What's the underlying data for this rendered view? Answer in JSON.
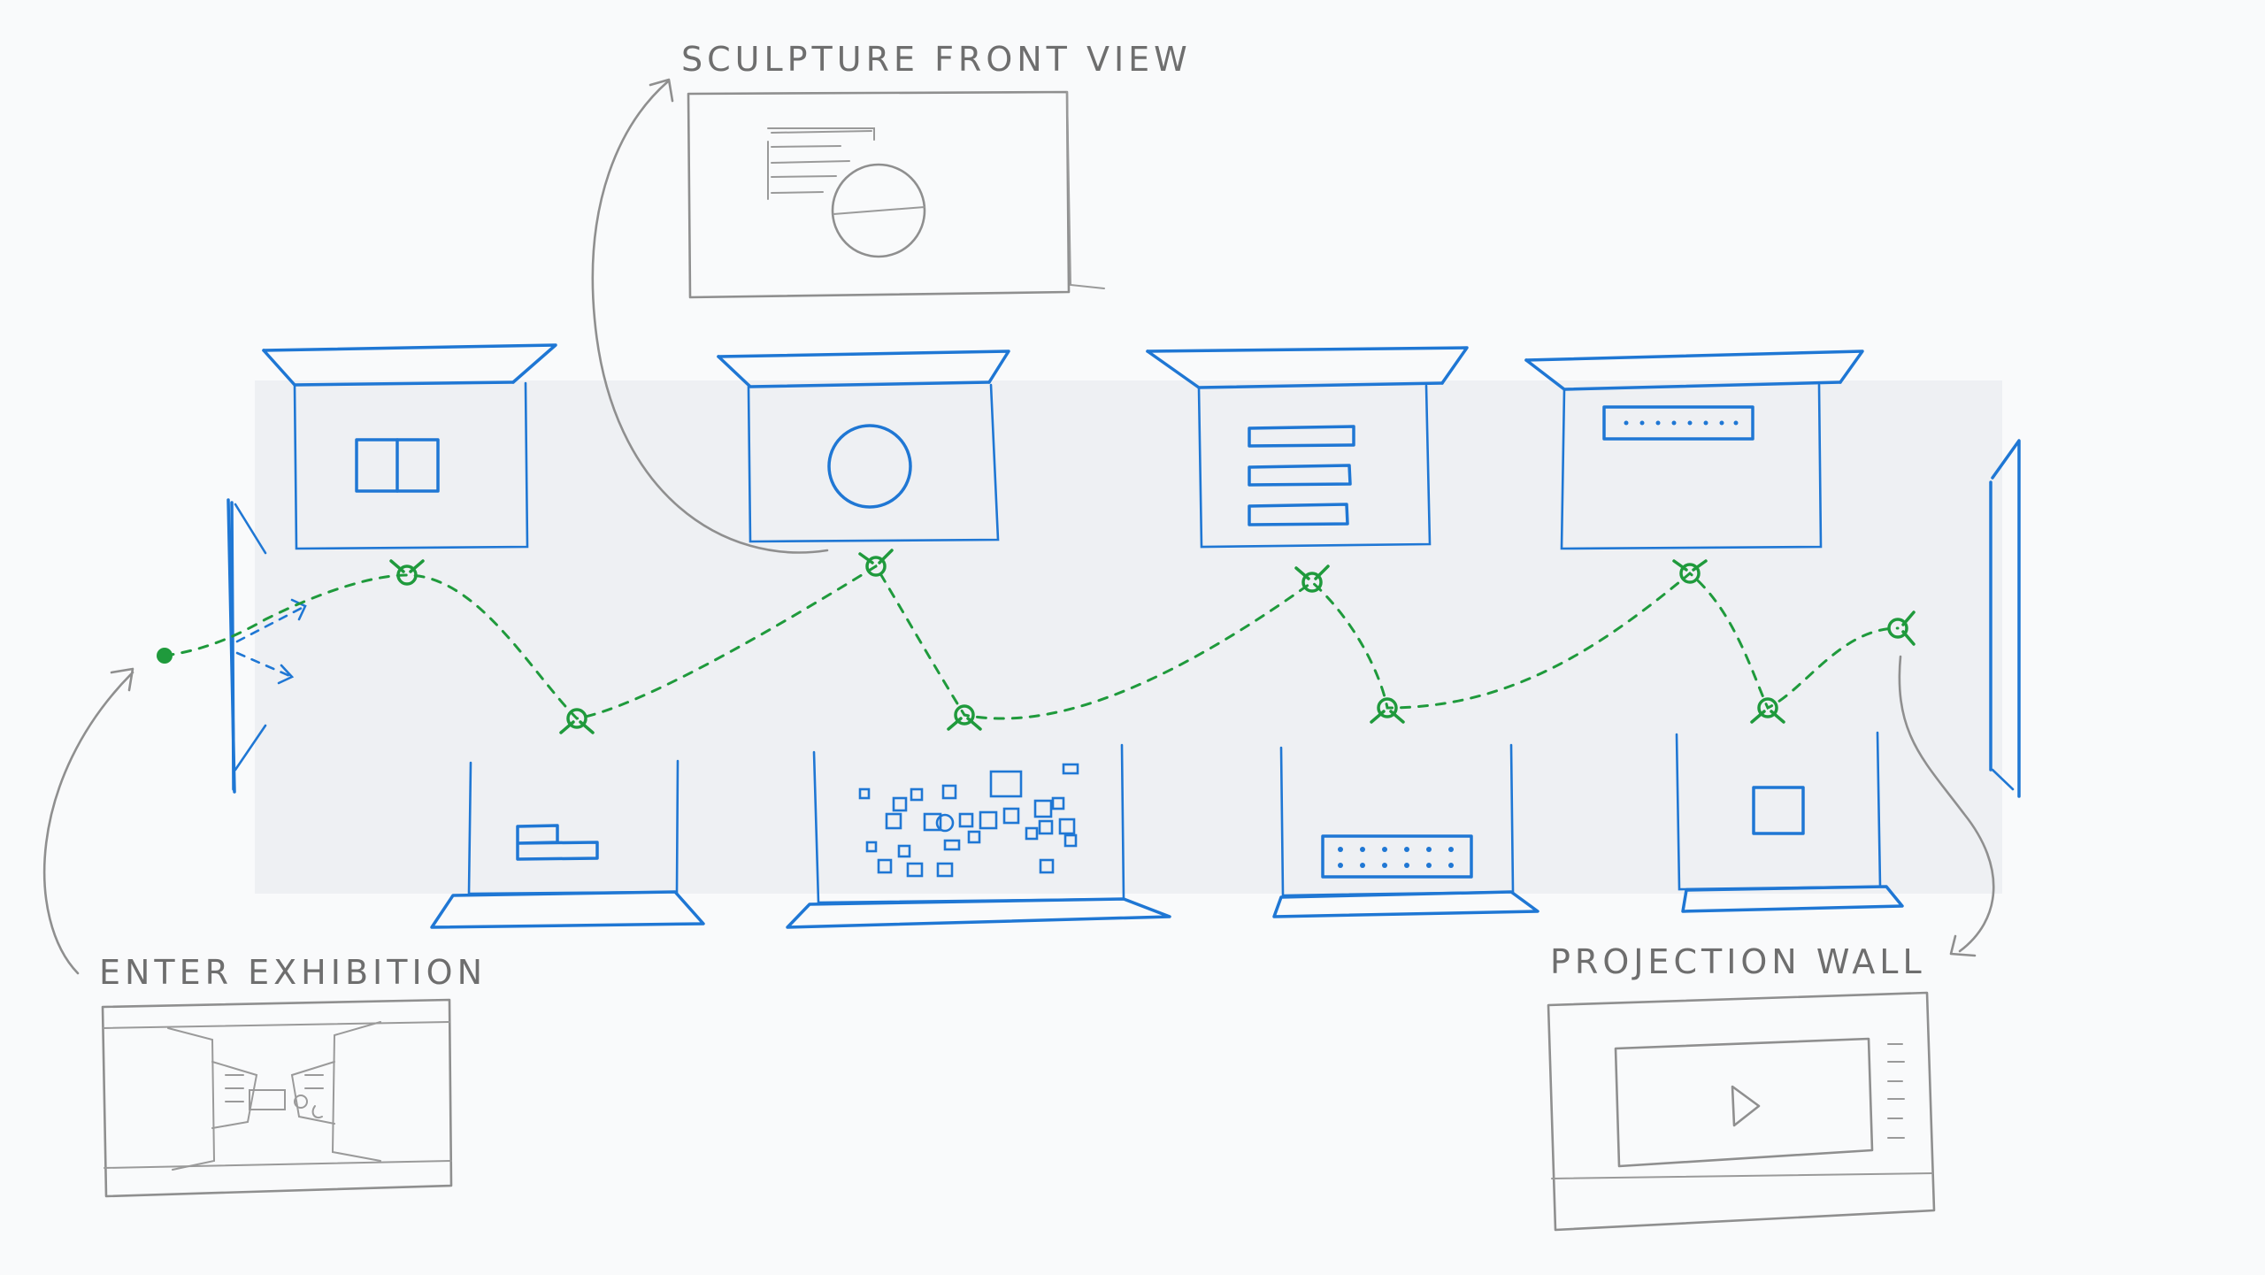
{
  "labels": {
    "sculpture_front_view": "SCULPTURE FRONT VIEW",
    "enter_exhibition": "ENTER EXHIBITION",
    "projection_wall": "PROJECTION WALL"
  },
  "colors": {
    "background": "#f9fafb",
    "floor": "#eef0f3",
    "display": "#1f77d4",
    "visitor_path": "#1f9a3c",
    "annotation": "#8f8f8f"
  },
  "icons": {
    "play": "play-icon",
    "entrance_dot": "start-dot",
    "path_stop": "visitor-stop-icon"
  }
}
